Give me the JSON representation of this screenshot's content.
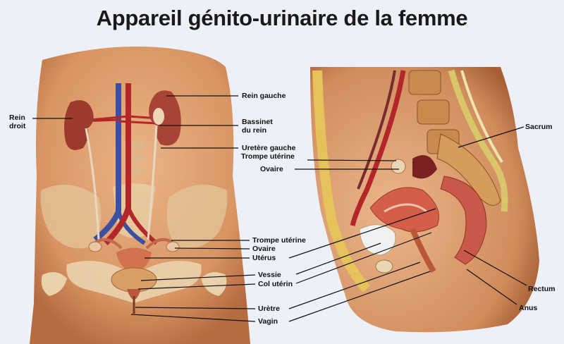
{
  "title": "Appareil génito-urinaire de la femme",
  "colors": {
    "background": "#eef0f7",
    "skin": "#e1a06f",
    "skin_dark": "#b86a3e",
    "bone": "#ead6b0",
    "artery": "#b3262a",
    "vein": "#3b4fa3",
    "kidney": "#9c3b2c",
    "fat": "#e5c25a",
    "label": "#111111"
  },
  "front_view": {
    "labels": {
      "rein_droit": "Rein\ndroit",
      "rein_gauche": "Rein gauche",
      "bassinet": "Bassinet\ndu rein",
      "uretere": "Uretère gauche",
      "trompe": "Trompe utérine",
      "ovaire": "Ovaire",
      "uterus": "Utérus",
      "vessie": "Vessie",
      "col": "Col utérin",
      "uretre": "Urètre",
      "vagin": "Vagin"
    }
  },
  "side_view": {
    "labels": {
      "trompe": "Trompe utérine",
      "ovaire": "Ovaire",
      "sacrum": "Sacrum",
      "rectum": "Rectum",
      "anus": "Anus"
    }
  }
}
